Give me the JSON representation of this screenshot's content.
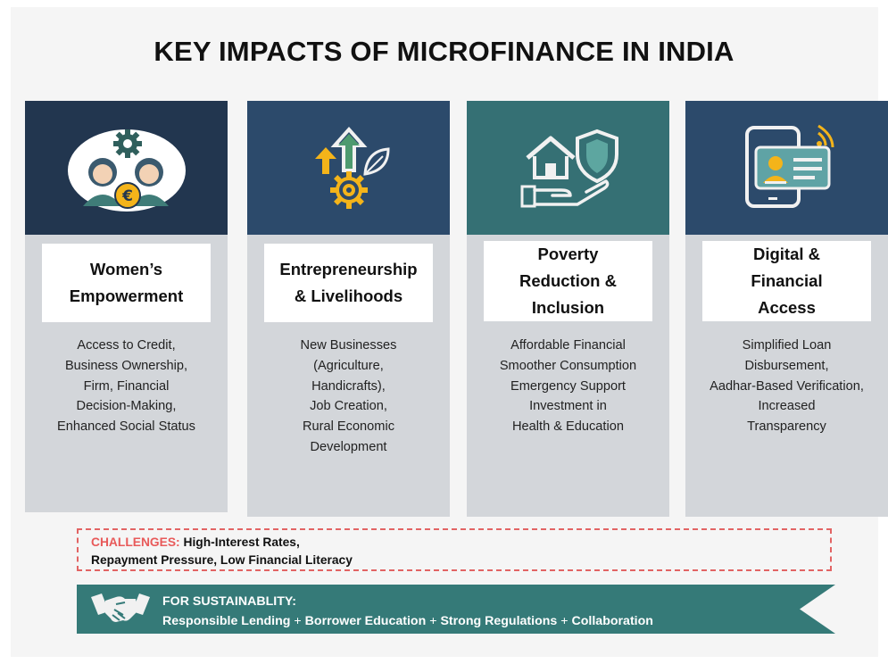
{
  "title": "KEY IMPACTS OF MICROFINANCE IN INDIA",
  "colors": {
    "card_top_1": "#22364f",
    "card_top_2": "#2c4a6b",
    "card_top_3": "#357074",
    "card_top_4": "#2c4a6b",
    "card_body": "#d3d6da",
    "banner": "#357a78",
    "challenge_border": "#e26464",
    "challenge_lead": "#e85a5a"
  },
  "cards": [
    {
      "icon": "women-euro-gear-icon",
      "label_lines": [
        "Women’s",
        "Empowerment"
      ],
      "desc_lines": [
        "Access to Credit,",
        "Business Ownership,",
        "Firm, Financial",
        "Decision-Making,",
        "Enhanced Social Status"
      ]
    },
    {
      "icon": "growth-arrows-gear-leaf-icon",
      "label_lines": [
        "Entrepreneurship",
        "& Livelihoods"
      ],
      "desc_lines": [
        "New Businesses",
        "(Agriculture,",
        "Handicrafts),",
        "Job Creation,",
        "Rural Economic",
        "Development"
      ]
    },
    {
      "icon": "house-shield-hand-icon",
      "label_lines": [
        "Poverty",
        "Reduction &",
        "Inclusion"
      ],
      "desc_lines": [
        "Affordable Financial",
        "Smoother Consumption",
        "Emergency Support",
        "Investment in",
        "Health & Education"
      ]
    },
    {
      "icon": "phone-id-card-icon",
      "label_lines": [
        "Digital &",
        "Financial",
        "Access"
      ],
      "desc_lines": [
        "Simplified Loan",
        "Disbursement,",
        "Aadhar-Based Verification,",
        "Increased",
        "Transparency"
      ]
    }
  ],
  "challenges": {
    "lead": "CHALLENGES:",
    "line1": " High-Interest Rates,",
    "line2": "Repayment Pressure, Low Financial Literacy"
  },
  "sustainability": {
    "icon": "handshake-icon",
    "heading": "FOR SUSTAINABLITY:",
    "items": [
      "Responsible Lending",
      "Borrower Education",
      "Strong Regulations",
      "Collaboration"
    ],
    "separator": "+"
  }
}
